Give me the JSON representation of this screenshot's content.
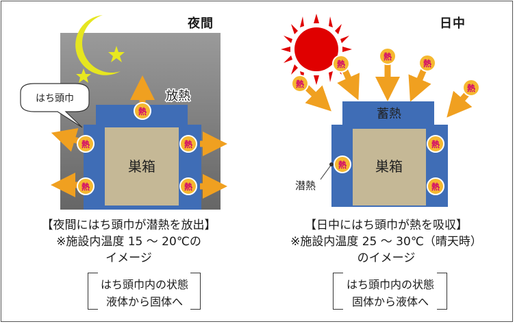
{
  "night": {
    "title": "夜間",
    "bubble_label": "はち頭巾",
    "release_label": "放熱",
    "hive_label": "巣箱",
    "heat_symbol": "熱",
    "caption": [
      "【夜間にはち頭巾が潜熱を放出】",
      "※施設内温度 15 〜 20℃の",
      "イメージ"
    ],
    "state_box": [
      "はち頭巾内の状態",
      "液体から固体へ"
    ],
    "colors": {
      "sky_top": "#9a9a9a",
      "sky_bottom": "#6a6a6a",
      "moon": "#e6e620",
      "star": "#e8e820",
      "hood": "#3f6db6",
      "hive": "#c5b896",
      "arrow": "#f0a020"
    }
  },
  "day": {
    "title": "日中",
    "store_label": "蓄熱",
    "hive_label": "巣箱",
    "latent_label": "潜熱",
    "heat_symbol": "熱",
    "caption": [
      "【日中にはち頭巾が熱を吸収】",
      "※施設内温度 25 〜 30℃（晴天時）",
      "のイメージ"
    ],
    "state_box": [
      "はち頭巾内の状態",
      "固体から液体へ"
    ],
    "colors": {
      "sun": "#e00000",
      "sun_ray": "#e00000",
      "hood": "#3f6db6",
      "hive": "#c5b896",
      "arrow": "#f0a020",
      "badge_text": "#d0006e"
    }
  }
}
